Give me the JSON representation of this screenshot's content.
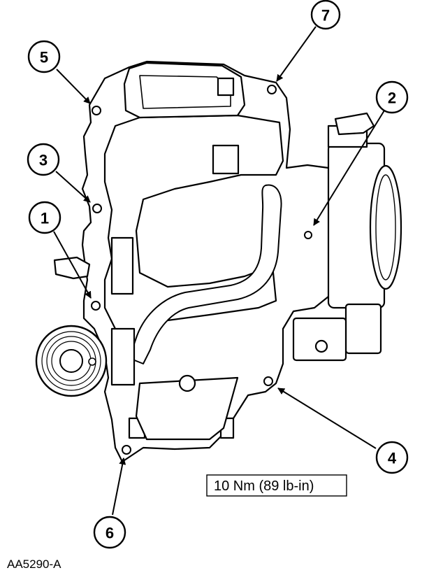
{
  "torque_spec": "10 Nm (89 lb-in)",
  "figure_id": "AA5290-A",
  "callouts": [
    {
      "number": "1"
    },
    {
      "number": "2"
    },
    {
      "number": "3"
    },
    {
      "number": "4"
    },
    {
      "number": "5"
    },
    {
      "number": "6"
    },
    {
      "number": "7"
    }
  ]
}
